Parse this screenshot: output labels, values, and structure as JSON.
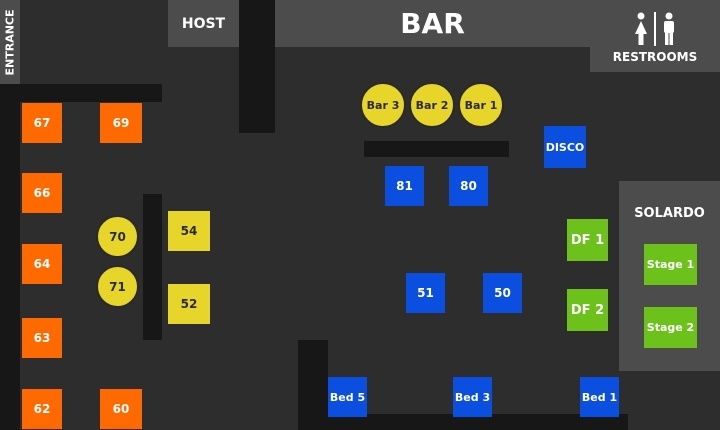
{
  "zones": {
    "entrance": "ENTRANCE",
    "host": "HOST",
    "bar": "BAR",
    "restrooms": "RESTROOMS",
    "solardo": "SOLARDO"
  },
  "icons": {
    "restroom": "restroom-icon"
  },
  "colors": {
    "orange": "#ff6a00",
    "blue": "#0b4fe0",
    "green": "#6cc11a",
    "yellow": "#e7d52a",
    "zone_gray": "#4c4c4c",
    "floor": "#2d2d2d",
    "wall": "#171717"
  },
  "tables": {
    "t67": "67",
    "t69": "69",
    "t66": "66",
    "t64": "64",
    "t63": "63",
    "t62": "62",
    "t60": "60",
    "t70": "70",
    "t71": "71",
    "t54": "54",
    "t52": "52",
    "bar3": "Bar 3",
    "bar2": "Bar 2",
    "bar1": "Bar 1",
    "disco": "DISCO",
    "t81": "81",
    "t80": "80",
    "t51": "51",
    "t50": "50",
    "bed5": "Bed 5",
    "bed3": "Bed 3",
    "bed1": "Bed 1",
    "df1": "DF 1",
    "df2": "DF 2",
    "stage1": "Stage 1",
    "stage2": "Stage 2"
  }
}
